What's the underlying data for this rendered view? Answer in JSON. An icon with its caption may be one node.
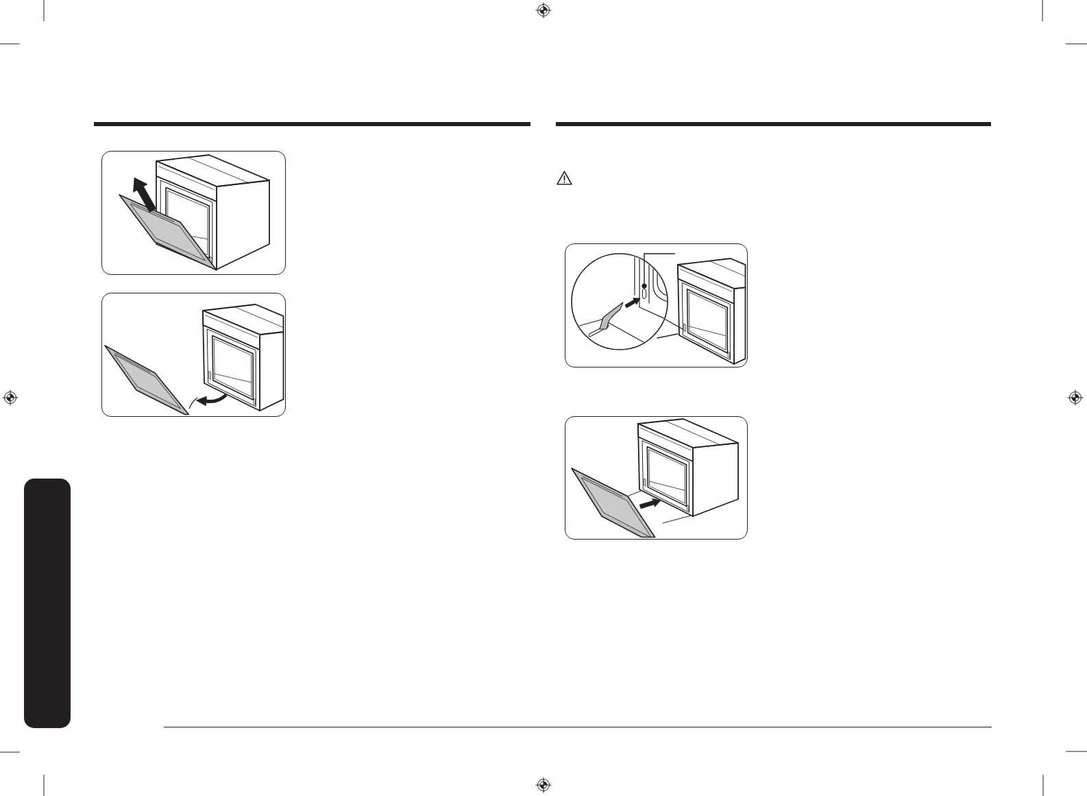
{
  "diagram": {
    "nodes": [
      {
        "text": [],
        "shape": "picture"
      },
      {
        "text": [],
        "shape": "picture"
      },
      {
        "text": [],
        "shape": "bar"
      },
      {
        "text": [],
        "shape": "picture"
      },
      {
        "text": [],
        "shape": "picture"
      },
      {
        "text": [],
        "shape": "box",
        "in": 3
      }
    ],
    "edges": [
      {
        "from": null,
        "to": 5,
        "arrow": "other"
      }
    ]
  }
}
